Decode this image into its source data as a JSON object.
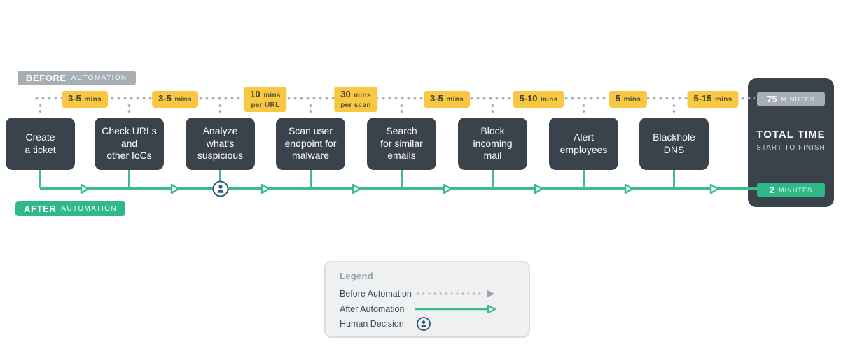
{
  "before_badge": {
    "strong": "BEFORE",
    "rest": "AUTOMATION"
  },
  "after_badge": {
    "strong": "AFTER",
    "rest": "AUTOMATION"
  },
  "steps": [
    {
      "label": "Create\na ticket",
      "time_strong": "3-5",
      "time_unit": "mins",
      "human_decision": false
    },
    {
      "label": "Check URLs\nand\nother IoCs",
      "time_strong": "3-5",
      "time_unit": "mins",
      "human_decision": false
    },
    {
      "label": "Analyze\nwhat’s\nsuspicious",
      "time_strong": "10",
      "time_unit": "mins",
      "time_line2": "per URL",
      "human_decision": true
    },
    {
      "label": "Scan user\nendpoint for\nmalware",
      "time_strong": "30",
      "time_unit": "mins",
      "time_line2": "per scan",
      "human_decision": false
    },
    {
      "label": "Search\nfor similar\nemails",
      "time_strong": "3-5",
      "time_unit": "mins",
      "human_decision": false
    },
    {
      "label": "Block\nincoming\nmail",
      "time_strong": "5-10",
      "time_unit": "mins",
      "human_decision": false
    },
    {
      "label": "Alert\nemployees",
      "time_strong": "5",
      "time_unit": "mins",
      "human_decision": false
    },
    {
      "label": "Blackhole\nDNS",
      "time_strong": "5-15",
      "time_unit": "mins",
      "human_decision": false
    }
  ],
  "total": {
    "before_strong": "75",
    "before_unit": "MINUTES",
    "title": "TOTAL TIME",
    "subtitle": "START TO FINISH",
    "after_strong": "2",
    "after_unit": "MINUTES"
  },
  "legend": {
    "title": "Legend",
    "items": [
      "Before Automation",
      "After Automation",
      "Human Decision"
    ]
  },
  "colors": {
    "dark_box": "#3a434b",
    "green": "#3cbc90",
    "green_badge": "#2eb986",
    "yellow": "#f9c843",
    "gray_badge": "#a7aeb4",
    "dot_gray": "#a9aeb3",
    "navy": "#2b5a78",
    "legend_bg": "#eef0f2"
  }
}
